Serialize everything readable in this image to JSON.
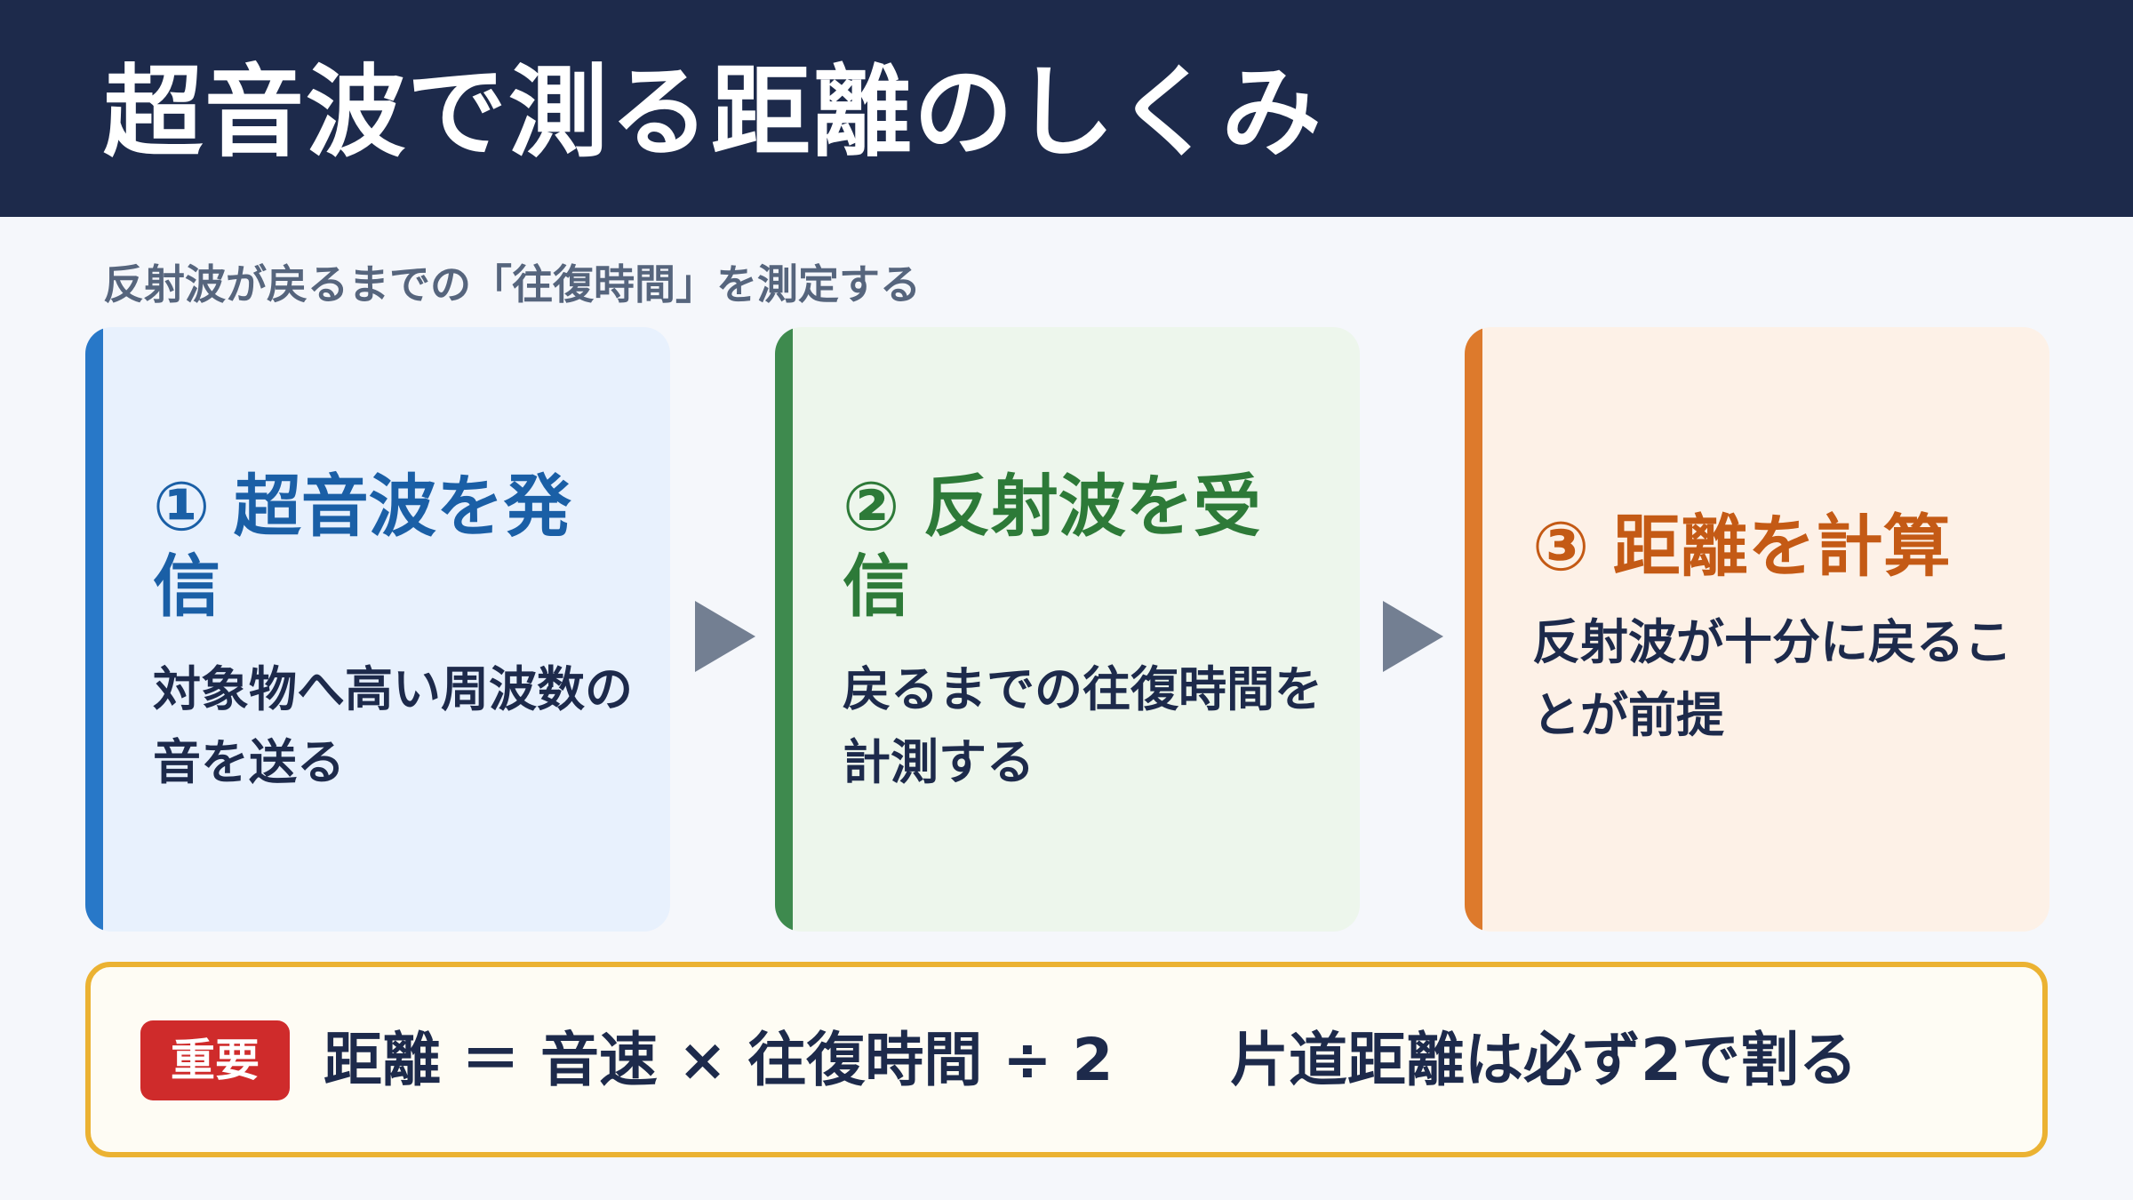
{
  "title": "超音波で測る距離のしくみ",
  "subtitle": "反射波が戻るまでの「往復時間」を測定する",
  "steps": [
    {
      "title": "① 超音波を発信",
      "description": "対象物へ高い周波数の音を送る",
      "color": "#1a5fa6"
    },
    {
      "title": "② 反射波を受信",
      "description": "戻るまでの往復時間を計測する",
      "color": "#2d7a38"
    },
    {
      "title": "③ 距離を計算",
      "description": "反射波が十分に戻ることが前提",
      "color": "#c45a15"
    }
  ],
  "note": {
    "badge": "重要",
    "formula": "距離 ＝ 音速 × 往復時間 ÷ 2",
    "text": "片道距離は必ず2で割る"
  },
  "colors": {
    "header": "#1d2a4b",
    "step1": "#2878c8",
    "step2": "#3e8a4e",
    "step3": "#dd7a2c",
    "badge": "#cf2b2b",
    "note_border": "#ebb232"
  },
  "icons": [
    "arrow-right-icon",
    "arrow-right-icon"
  ]
}
